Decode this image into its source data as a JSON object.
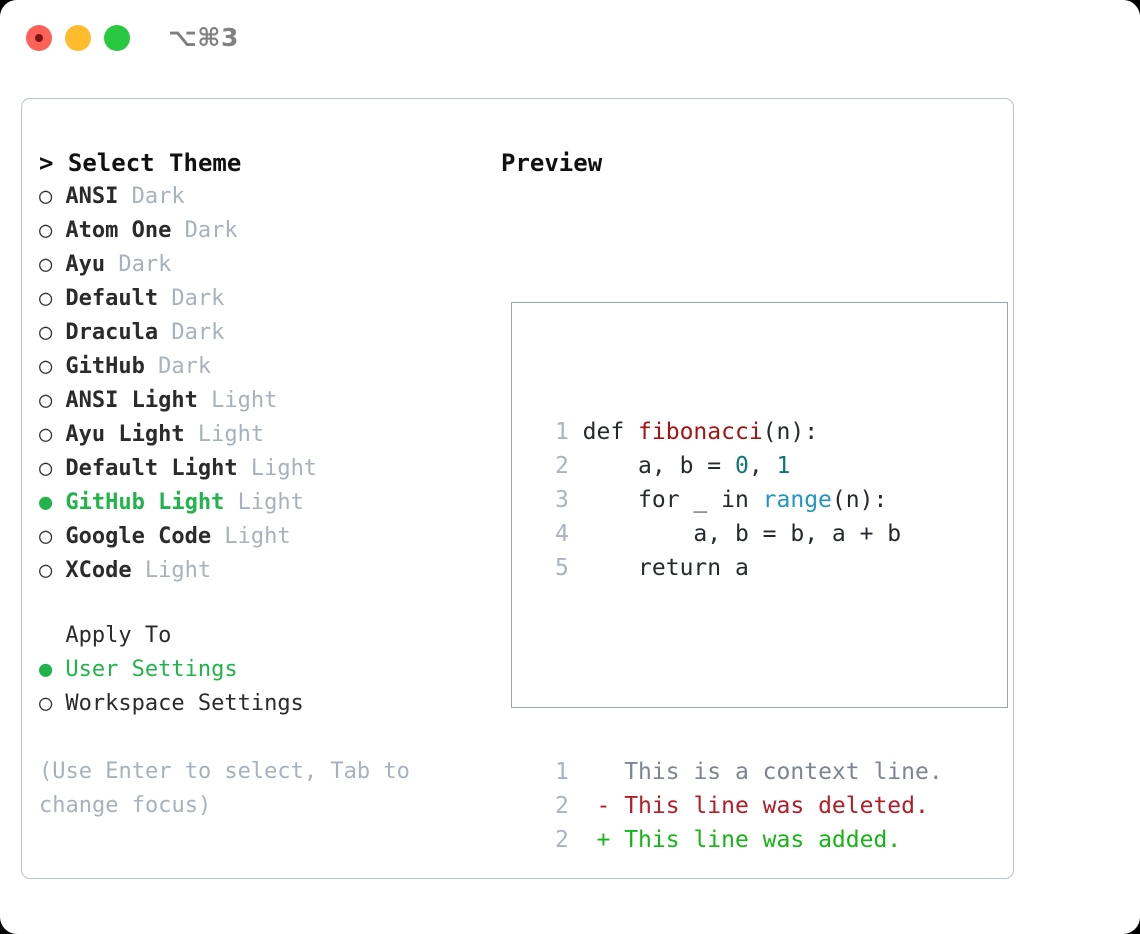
{
  "window": {
    "traffic_lights": [
      "close-red",
      "minimize-yellow",
      "maximize-green"
    ],
    "shortcut_label": "⌥⌘3"
  },
  "colors": {
    "accent_green": "#21b44b",
    "muted_gray": "#a8b2bd",
    "border": "#b9c2cc",
    "preview_border": "#9aa5b1",
    "keyword": "#24292e",
    "function_name": "#a31515",
    "number": "#0d7777",
    "builtin_call": "#2196c4",
    "line_number": "#aab4c0",
    "diff_context": "#7d8590",
    "diff_deleted": "#b31d28",
    "diff_added": "#16b516"
  },
  "theme_selector": {
    "title": "> Select Theme",
    "items": [
      {
        "marker": "○",
        "name": "ANSI",
        "kind": "Dark",
        "selected": false
      },
      {
        "marker": "○",
        "name": "Atom One",
        "kind": "Dark",
        "selected": false
      },
      {
        "marker": "○",
        "name": "Ayu",
        "kind": "Dark",
        "selected": false
      },
      {
        "marker": "○",
        "name": "Default",
        "kind": "Dark",
        "selected": false
      },
      {
        "marker": "○",
        "name": "Dracula",
        "kind": "Dark",
        "selected": false
      },
      {
        "marker": "○",
        "name": "GitHub",
        "kind": "Dark",
        "selected": false
      },
      {
        "marker": "○",
        "name": "ANSI Light",
        "kind": "Light",
        "selected": false
      },
      {
        "marker": "○",
        "name": "Ayu Light",
        "kind": "Light",
        "selected": false
      },
      {
        "marker": "○",
        "name": "Default Light",
        "kind": "Light",
        "selected": false
      },
      {
        "marker": "●",
        "name": "GitHub Light",
        "kind": "Light",
        "selected": true
      },
      {
        "marker": "○",
        "name": "Google Code",
        "kind": "Light",
        "selected": false
      },
      {
        "marker": "○",
        "name": "XCode",
        "kind": "Light",
        "selected": false
      }
    ]
  },
  "apply_to": {
    "header": "Apply To",
    "items": [
      {
        "marker": "●",
        "label": "User Settings",
        "selected": true
      },
      {
        "marker": "○",
        "label": "Workspace Settings",
        "selected": false
      }
    ]
  },
  "hint": "(Use Enter to select, Tab to change focus)",
  "preview": {
    "title": "Preview",
    "code_lines": [
      {
        "number": "1",
        "tokens": [
          {
            "text": "def ",
            "type": "keyword"
          },
          {
            "text": "fibonacci",
            "type": "function_name"
          },
          {
            "text": "(n):",
            "type": "plain"
          }
        ]
      },
      {
        "number": "2",
        "tokens": [
          {
            "text": "    a, b = ",
            "type": "plain"
          },
          {
            "text": "0",
            "type": "number"
          },
          {
            "text": ", ",
            "type": "plain"
          },
          {
            "text": "1",
            "type": "number"
          }
        ]
      },
      {
        "number": "3",
        "tokens": [
          {
            "text": "    for _ in ",
            "type": "plain"
          },
          {
            "text": "range",
            "type": "builtin_call"
          },
          {
            "text": "(n):",
            "type": "plain"
          }
        ]
      },
      {
        "number": "4",
        "tokens": [
          {
            "text": "        a, b = b, a + b",
            "type": "plain"
          }
        ]
      },
      {
        "number": "5",
        "tokens": [
          {
            "text": "    return a",
            "type": "plain"
          }
        ]
      }
    ],
    "diff_lines": [
      {
        "number": "1",
        "prefix": " ",
        "text": " This is a context line.",
        "type": "context"
      },
      {
        "number": "2",
        "prefix": "-",
        "text": " This line was deleted.",
        "type": "deleted"
      },
      {
        "number": "2",
        "prefix": "+",
        "text": " This line was added.",
        "type": "added"
      }
    ]
  }
}
